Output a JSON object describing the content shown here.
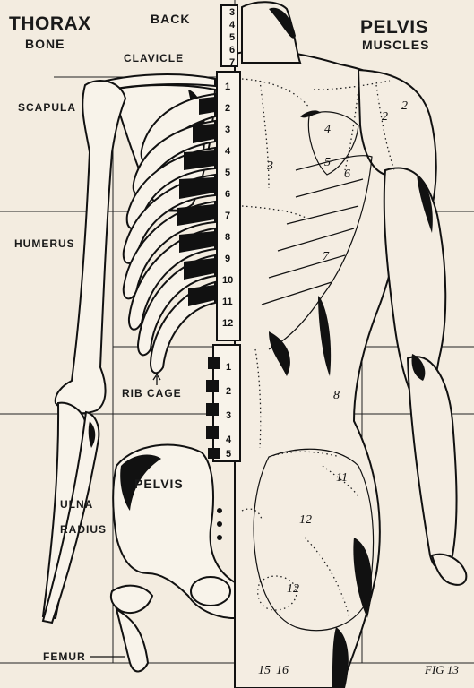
{
  "header": {
    "left_title": "THORAX",
    "left_sub": "BONE",
    "center_title": "BACK",
    "right_title": "PELVIS",
    "right_sub": "MUSCLES"
  },
  "labels": {
    "clavicle": "CLAVICLE",
    "scapula": "SCAPULA",
    "humerus": "HUMERUS",
    "rib_cage": "RIB CAGE",
    "pelvis": "PELVIS",
    "ulna": "ULNA",
    "radius": "RADIUS",
    "femur": "FEMUR"
  },
  "vertebra_numbers": {
    "cervical": [
      "3",
      "4",
      "5",
      "6",
      "7"
    ],
    "thoracic": [
      "1",
      "2",
      "3",
      "4",
      "5",
      "6",
      "7",
      "8",
      "9",
      "10",
      "11",
      "12"
    ],
    "lumbar": [
      "1",
      "2",
      "3",
      "4",
      "5"
    ]
  },
  "muscle_numbers": {
    "m2a": "2",
    "m2b": "2",
    "m3": "3",
    "m4": "4",
    "m5": "5",
    "m6": "6",
    "m7": "7",
    "m8": "8",
    "m11": "11",
    "m12a": "12",
    "m12b": "12",
    "m15": "15",
    "m16": "16"
  },
  "figure_caption": "FIG 13"
}
